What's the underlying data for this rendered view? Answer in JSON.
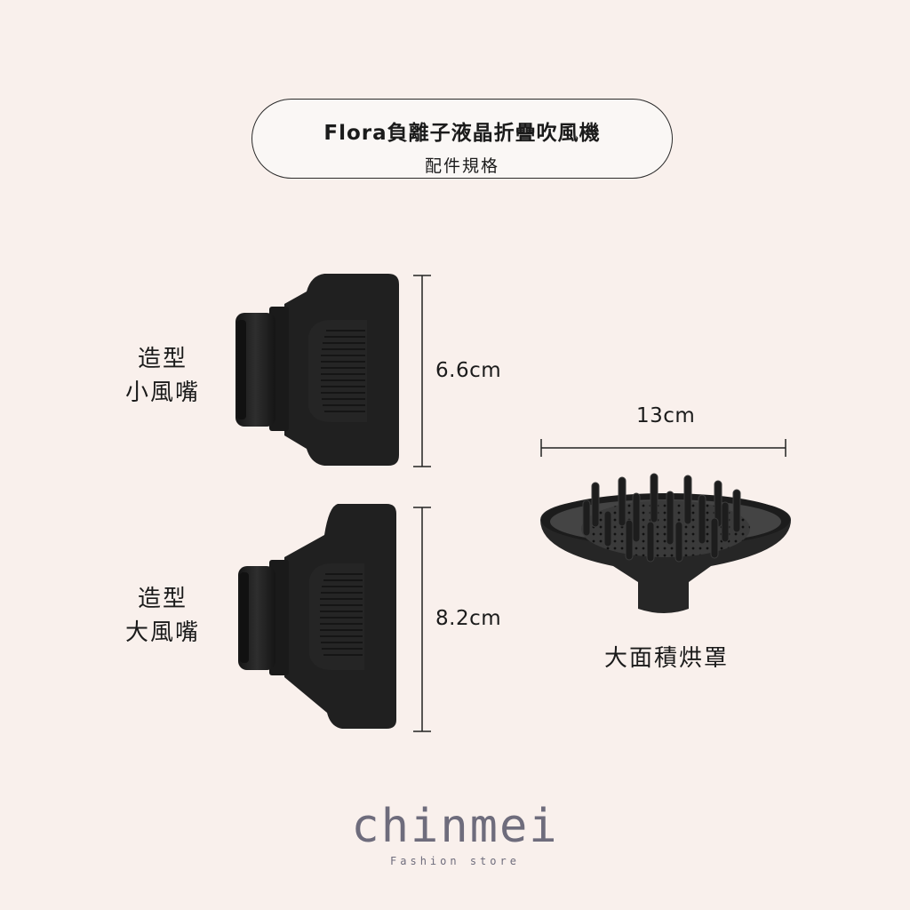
{
  "header": {
    "title": "Flora負離子液晶折疊吹風機",
    "subtitle": "配件規格"
  },
  "items": [
    {
      "label_line1": "造型",
      "label_line2": "小風嘴",
      "dimension": "6.6cm"
    },
    {
      "label_line1": "造型",
      "label_line2": "大風嘴",
      "dimension": "8.2cm"
    },
    {
      "label": "大面積烘罩",
      "dimension": "13cm"
    }
  ],
  "brand": {
    "name": "chinmei",
    "tagline": "Fashion store"
  },
  "colors": {
    "background": "#f9f0ec",
    "product": "#1f1f1f",
    "brand": "#6e6c7c"
  }
}
